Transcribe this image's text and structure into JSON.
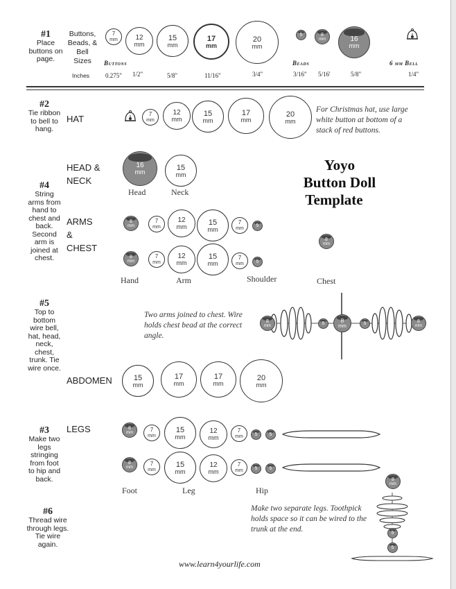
{
  "title": {
    "line1": "Yoyo",
    "line2": "Button Doll",
    "line3": "Template"
  },
  "footer": "www.learn4yourlife.com",
  "steps": {
    "s1": {
      "num": "#1",
      "text": "Place buttons on page."
    },
    "s2": {
      "num": "#2",
      "text": "Tie ribbon to bell to hang."
    },
    "s4": {
      "num": "#4",
      "text": "String arms from hand to chest and back. Second arm is joined at chest."
    },
    "s5": {
      "num": "#5",
      "text": "Top to bottom wire bell, hat, head, neck, chest, trunk. Tie wire once."
    },
    "s3": {
      "num": "#3",
      "text": "Make two legs stringing from foot to hip and back."
    },
    "s6": {
      "num": "#6",
      "text": "Thread wire through legs.  Tie wire again."
    }
  },
  "sizes": {
    "heading": "Buttons, Beads, & Bell Sizes",
    "buttons_label": "Buttons",
    "beads_label": "Beads",
    "bell_label": "6 mm Bell",
    "inches_label": "Inches",
    "button_sizes": [
      {
        "n": "7",
        "u": "mm",
        "inch": "0.275\""
      },
      {
        "n": "12",
        "u": "mm",
        "inch": "1/2\""
      },
      {
        "n": "15",
        "u": "mm",
        "inch": "5/8\""
      },
      {
        "n": "17",
        "u": "mm",
        "inch": "11/16\""
      },
      {
        "n": "20",
        "u": "mm",
        "inch": "3/4\""
      }
    ],
    "bead_sizes": [
      {
        "n": "5",
        "inch": "3/16\""
      },
      {
        "n": "8",
        "u": "mm",
        "inch": "5/16'"
      },
      {
        "n": "16",
        "u": "mm",
        "inch": "5/8\""
      }
    ],
    "bell_inch": "1/4\""
  },
  "sections": {
    "hat": "HAT",
    "head1": "HEAD &",
    "head2": "NECK",
    "arms1": "ARMS",
    "arms2": "&",
    "arms3": "CHEST",
    "abdomen": "ABDOMEN",
    "legs": "LEGS"
  },
  "labels": {
    "head": "Head",
    "neck": "Neck",
    "hand": "Hand",
    "arm": "Arm",
    "shoulder": "Shoulder",
    "chest": "Chest",
    "foot": "Foot",
    "leg": "Leg",
    "hip": "Hip"
  },
  "notes": {
    "hat": "For Christmas hat, use large white button at bottom of a stack of red buttons.",
    "arms": "Two arms joined to chest. Wire holds chest bead at the correct angle.",
    "legs": "Make two separate legs. Toothpick holds space so it can be wired to the trunk at the end."
  },
  "units": {
    "mm": "mm",
    "b5": "5",
    "b8": "8",
    "b16": "16",
    "c7": "7",
    "c12": "12",
    "c15": "15",
    "c17": "17",
    "c20": "20"
  }
}
